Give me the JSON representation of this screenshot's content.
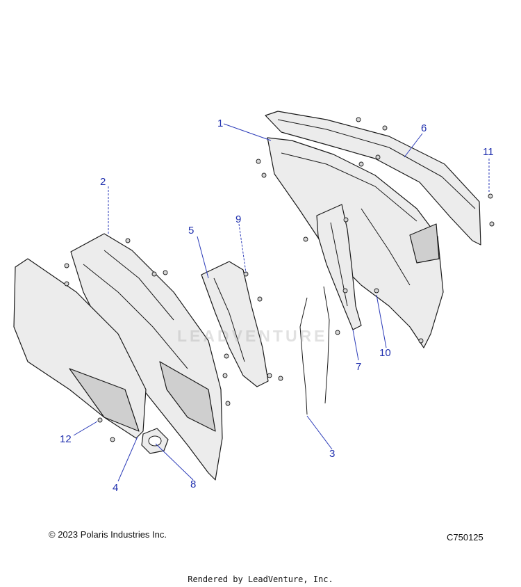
{
  "callouts": {
    "c1": "1",
    "c2": "2",
    "c3": "3",
    "c4": "4",
    "c5": "5",
    "c6": "6",
    "c7": "7",
    "c8": "8",
    "c9": "9",
    "c10": "10",
    "c11": "11",
    "c12": "12"
  },
  "footer": {
    "copyright": "© 2023 Polaris Industries Inc.",
    "diagram_code": "C750125",
    "rendered_by": "Rendered by LeadVenture, Inc."
  },
  "watermark": "LEADVENTURE",
  "colors": {
    "callout": "#1f2fae",
    "part_fill": "#ececec",
    "outline": "#1a1a1a"
  }
}
